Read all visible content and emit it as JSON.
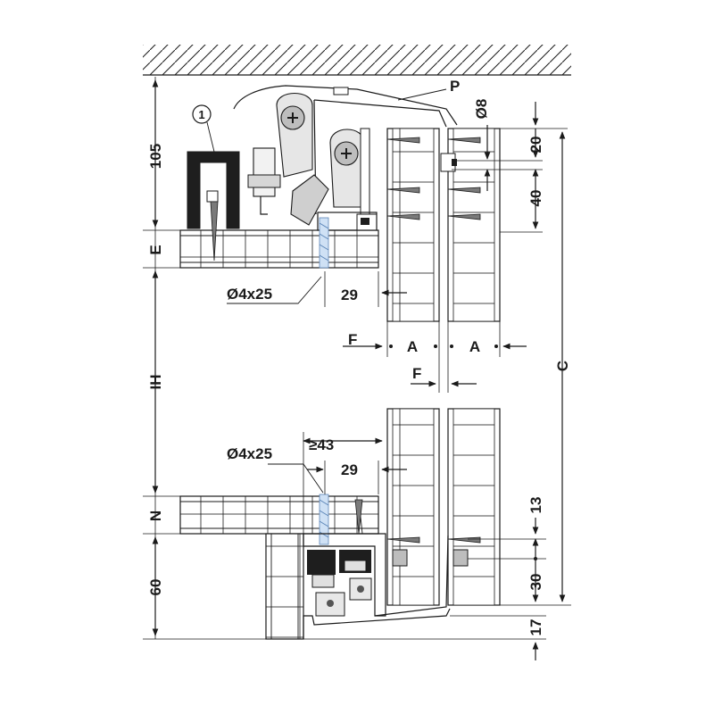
{
  "diagram": {
    "callout_marker": "1",
    "labels": {
      "P": "P",
      "dia8": "Ø8",
      "dim_105": "105",
      "E": "E",
      "screw_top": "Ø4x25",
      "dim_29_top": "29",
      "F_top": "F",
      "A_left": "A",
      "A_right": "A",
      "F_mid": "F",
      "IH": "IH",
      "C": "C",
      "dim_20": "20",
      "dim_40": "40",
      "dim_ge43": "≥43",
      "screw_bottom": "Ø4x25",
      "dim_29_bottom": "29",
      "N": "N",
      "dim_13": "13",
      "dim_60": "60",
      "dim_30": "30",
      "dim_17": "17"
    }
  }
}
